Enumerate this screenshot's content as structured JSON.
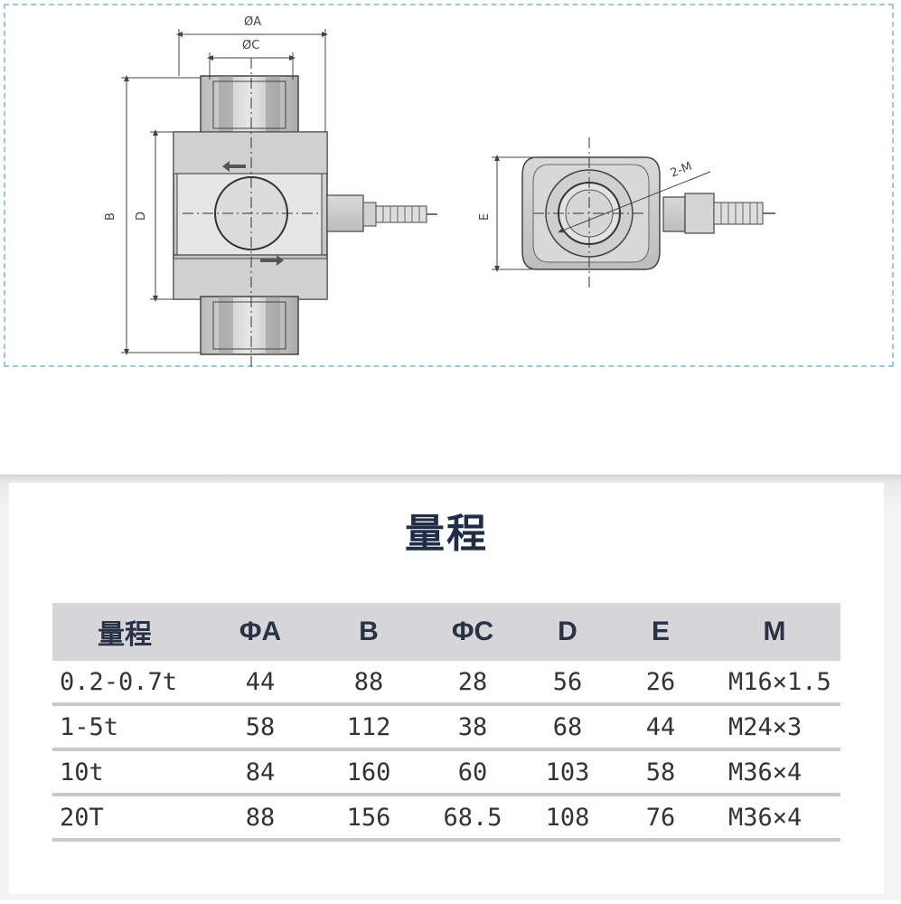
{
  "drawing": {
    "labels": {
      "phi_a": "ØA",
      "phi_c": "ØC",
      "b": "B",
      "d": "D",
      "e": "E",
      "m": "2-M"
    }
  },
  "spec": {
    "title": "量程",
    "headers": [
      "量程",
      "ΦA",
      "B",
      "ΦC",
      "D",
      "E",
      "M"
    ],
    "rows": [
      [
        "0.2-0.7t",
        "44",
        "88",
        "28",
        "56",
        "26",
        "M16×1.5"
      ],
      [
        "1-5t",
        "58",
        "112",
        "38",
        "68",
        "44",
        "M24×3"
      ],
      [
        "10t",
        "84",
        "160",
        "60",
        "103",
        "58",
        "M36×4"
      ],
      [
        "20T",
        "88",
        "156",
        "68.5",
        "108",
        "76",
        "M36×4"
      ]
    ]
  },
  "colors": {
    "title": "#1f2d47",
    "header_bg": "#d6d6d9",
    "panel_border": "#9cc8e3"
  }
}
